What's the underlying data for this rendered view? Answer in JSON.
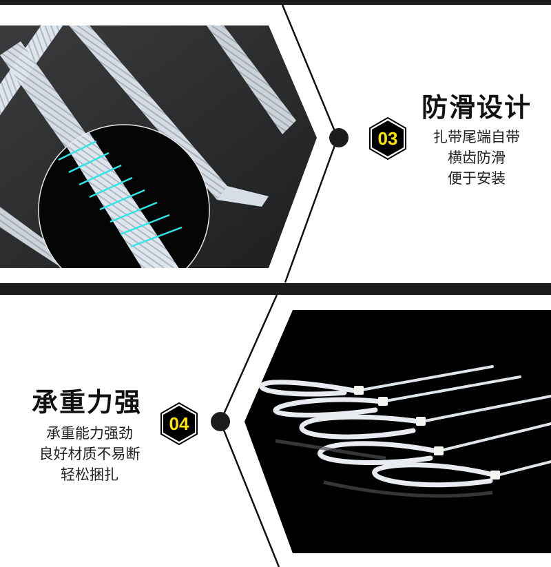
{
  "section3": {
    "number": "03",
    "title": "防滑设计",
    "desc_lines": [
      "扎带尾端自带",
      "横齿防滑",
      "便于安装"
    ],
    "image_alt": "cable-tie-tail-closeup-with-magnifier"
  },
  "section4": {
    "number": "04",
    "title": "承重力强",
    "desc_lines": [
      "承重能力强劲",
      "良好材质不易断",
      "轻松捆扎"
    ],
    "image_alt": "looped-white-cable-ties-on-black"
  },
  "colors": {
    "dark_bar": "#1c1c1c",
    "badge_bg": "#000000",
    "badge_text": "#ffe600",
    "accent_cyan": "#2ee6e6",
    "text": "#111111"
  },
  "icons": {
    "badge": "hexagon-number-badge",
    "connector": "timeline-dot"
  }
}
